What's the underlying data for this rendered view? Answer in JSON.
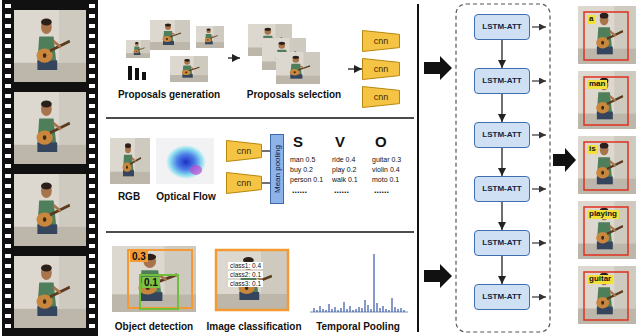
{
  "diagram": {
    "nodes": [
      {
        "text": [
          "Proposals generation"
        ]
      },
      {
        "text": [
          "Proposals selection"
        ]
      },
      {
        "text": [
          "cnn"
        ]
      },
      {
        "text": [
          "cnn"
        ]
      },
      {
        "text": [
          "cnn"
        ]
      },
      {
        "text": [
          "RGB"
        ]
      },
      {
        "text": [
          "Optical Flow"
        ]
      },
      {
        "text": [
          "cnn"
        ]
      },
      {
        "text": [
          "cnn"
        ]
      },
      {
        "text": [
          "Mean pooling"
        ]
      },
      {
        "text": [
          "Object detection"
        ]
      },
      {
        "text": [
          "Image classification"
        ]
      },
      {
        "text": [
          "Temporal Pooling"
        ]
      },
      {
        "text": [
          "LSTM-ATT"
        ]
      },
      {
        "text": [
          "LSTM-ATT"
        ]
      },
      {
        "text": [
          "LSTM-ATT"
        ]
      },
      {
        "text": [
          "LSTM-ATT"
        ]
      },
      {
        "text": [
          "LSTM-ATT"
        ]
      },
      {
        "text": [
          "LSTM-ATT"
        ]
      }
    ],
    "edges": [
      {
        "from": 0,
        "to": 1,
        "arrow": "to"
      },
      {
        "from": 1,
        "to": 3,
        "arrow": "to"
      },
      {
        "from": 7,
        "to": 9,
        "arrow": "none"
      },
      {
        "from": 8,
        "to": 9,
        "arrow": "none"
      },
      {
        "from": 13,
        "to": 14,
        "arrow": "to"
      },
      {
        "from": 14,
        "to": 15,
        "arrow": "to"
      },
      {
        "from": 15,
        "to": 16,
        "arrow": "to"
      },
      {
        "from": 16,
        "to": 17,
        "arrow": "to"
      },
      {
        "from": 17,
        "to": 18,
        "arrow": "to"
      }
    ],
    "labels": [
      "S",
      "V",
      "O",
      "man 0.5",
      "buy 0.2",
      "person 0.1",
      "ride 0.4",
      "play 0.2",
      "walk 0.1",
      "guitar 0.3",
      "violin 0.4",
      "moto 0.1",
      "......",
      "......",
      "......",
      "0.3",
      "0.1",
      "class1: 0.4",
      "class2: 0.1",
      "class3: 0.1",
      "a",
      "man",
      "is",
      "playing",
      "guitar"
    ]
  }
}
